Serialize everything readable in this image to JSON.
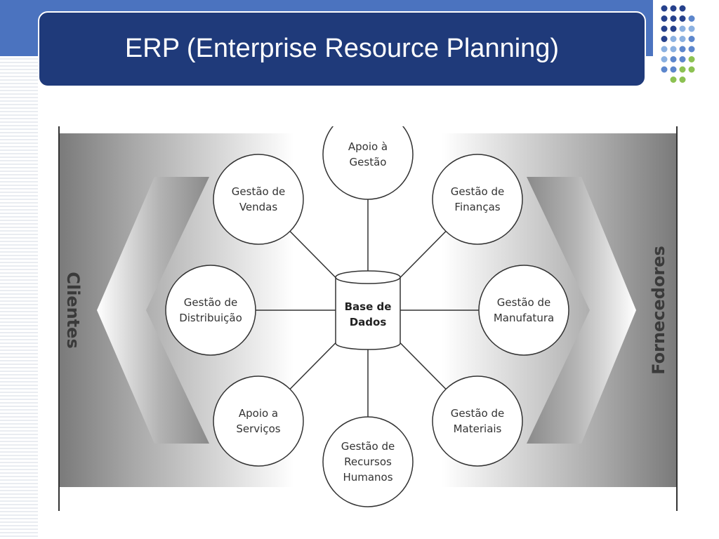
{
  "slide": {
    "title": "ERP (Enterprise Resource Planning)"
  },
  "colors": {
    "title_bg": "#1f3a7a",
    "top_bar": "#4b73bf",
    "dot_dark": "#26418c",
    "dot_blue": "#5c86cc",
    "dot_light": "#8ab0e0",
    "dot_green": "#8cc152"
  },
  "diagram": {
    "center": {
      "line1": "Base de",
      "line2": "Dados"
    },
    "left_label": "Clientes",
    "right_label": "Fornecedores",
    "modules": [
      {
        "id": "apoio-gestao",
        "lines": [
          "Apoio à",
          "Gestão"
        ]
      },
      {
        "id": "gestao-vendas",
        "lines": [
          "Gestão de",
          "Vendas"
        ]
      },
      {
        "id": "gestao-financas",
        "lines": [
          "Gestão de",
          "Finanças"
        ]
      },
      {
        "id": "gestao-distribuicao",
        "lines": [
          "Gestão de",
          "Distribuição"
        ]
      },
      {
        "id": "gestao-manufatura",
        "lines": [
          "Gestão de",
          "Manufatura"
        ]
      },
      {
        "id": "apoio-servicos",
        "lines": [
          "Apoio a",
          "Serviços"
        ]
      },
      {
        "id": "gestao-materiais",
        "lines": [
          "Gestão de",
          "Materiais"
        ]
      },
      {
        "id": "gestao-recursos-humanos",
        "lines": [
          "Gestão de",
          "Recursos",
          "Humanos"
        ]
      }
    ]
  }
}
